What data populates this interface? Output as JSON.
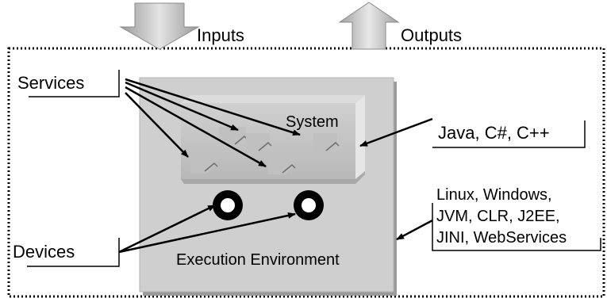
{
  "labels": {
    "inputs": "Inputs",
    "outputs": "Outputs",
    "services": "Services",
    "system": "System",
    "languages": "Java, C#, C++",
    "devices": "Devices",
    "execution_environment": "Execution Environment",
    "platforms": [
      "Linux, Windows,",
      "JVM, CLR, J2EE,",
      "JINI, WebServices"
    ]
  },
  "colors": {
    "env_fill": "#cfcfcf",
    "system_fill": "#c4c4c4",
    "arrow_block": "#cccccc",
    "ink": "#000000"
  }
}
